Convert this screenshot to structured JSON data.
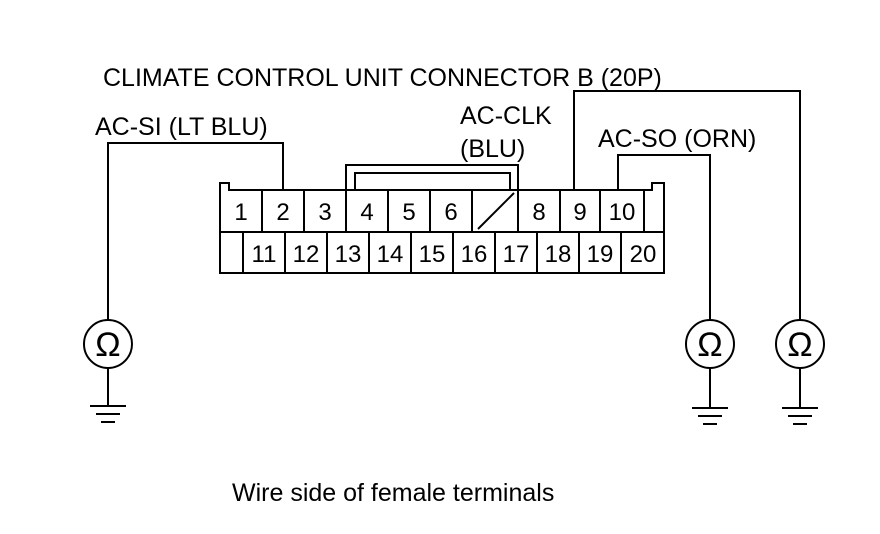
{
  "title": "CLIMATE CONTROL UNIT CONNECTOR B (20P)",
  "caption": "Wire side of female terminals",
  "wires": {
    "ac_si": "AC-SI (LT BLU)",
    "ac_clk_line1": "AC-CLK",
    "ac_clk_line2": "(BLU)",
    "ac_so": "AC-SO (ORN)"
  },
  "connector": {
    "top_row": [
      "1",
      "2",
      "3",
      "4",
      "5",
      "6",
      "",
      "8",
      "9",
      "10",
      ""
    ],
    "bottom_row": [
      "",
      "11",
      "12",
      "13",
      "14",
      "15",
      "16",
      "17",
      "18",
      "19",
      "20"
    ]
  },
  "meter_symbol": "Ω",
  "meter_icon": "ohmmeter-icon",
  "ground_icon": "ground-icon"
}
